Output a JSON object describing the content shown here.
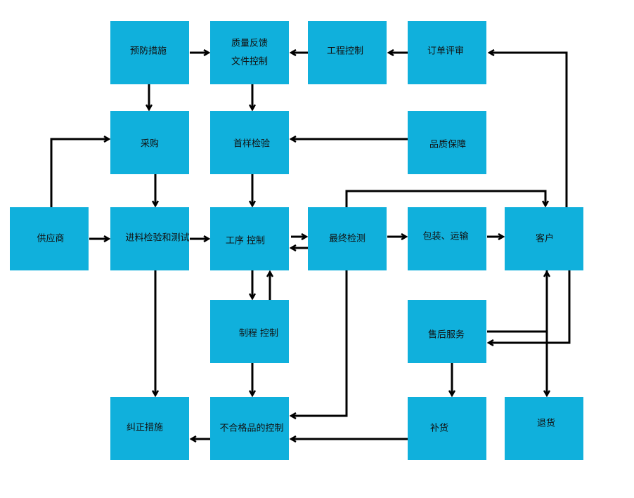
{
  "diagram": {
    "nodes": [
      {
        "id": "prevent",
        "label": "预防措施"
      },
      {
        "id": "quality_feedback",
        "label": "质量反馈\n文件控制"
      },
      {
        "id": "engineering",
        "label": "工程控制"
      },
      {
        "id": "order_review",
        "label": "订单评审"
      },
      {
        "id": "purchase",
        "label": "采购"
      },
      {
        "id": "first_sample",
        "label": "首样检验"
      },
      {
        "id": "qa",
        "label": "品质保障"
      },
      {
        "id": "supplier",
        "label": "供应商"
      },
      {
        "id": "incoming",
        "label": "进料检验和测试"
      },
      {
        "id": "process",
        "label": "工序  控制"
      },
      {
        "id": "final",
        "label": "最终检测"
      },
      {
        "id": "packing",
        "label": "包装、运输"
      },
      {
        "id": "customer",
        "label": "客户"
      },
      {
        "id": "mfg_process",
        "label": "制程  控制"
      },
      {
        "id": "after_sales",
        "label": "售后服务"
      },
      {
        "id": "corrective",
        "label": "纠正措施"
      },
      {
        "id": "nonconforming",
        "label": "不合格品的控制"
      },
      {
        "id": "replenish",
        "label": "补货"
      },
      {
        "id": "return",
        "label": "退货"
      }
    ],
    "edges": [
      {
        "from": "prevent",
        "to": "quality_feedback"
      },
      {
        "from": "engineering",
        "to": "quality_feedback"
      },
      {
        "from": "order_review",
        "to": "engineering"
      },
      {
        "from": "customer",
        "to": "order_review"
      },
      {
        "from": "prevent",
        "to": "purchase"
      },
      {
        "from": "quality_feedback",
        "to": "first_sample"
      },
      {
        "from": "qa",
        "to": "first_sample"
      },
      {
        "from": "supplier",
        "to": "purchase"
      },
      {
        "from": "supplier",
        "to": "incoming"
      },
      {
        "from": "purchase",
        "to": "incoming"
      },
      {
        "from": "first_sample",
        "to": "process"
      },
      {
        "from": "incoming",
        "to": "process"
      },
      {
        "from": "process",
        "to": "final"
      },
      {
        "from": "final",
        "to": "process"
      },
      {
        "from": "final",
        "to": "packing"
      },
      {
        "from": "final",
        "to": "customer"
      },
      {
        "from": "packing",
        "to": "customer"
      },
      {
        "from": "process",
        "to": "mfg_process"
      },
      {
        "from": "mfg_process",
        "to": "process"
      },
      {
        "from": "incoming",
        "to": "corrective"
      },
      {
        "from": "mfg_process",
        "to": "nonconforming"
      },
      {
        "from": "final",
        "to": "nonconforming"
      },
      {
        "from": "nonconforming",
        "to": "corrective"
      },
      {
        "from": "replenish",
        "to": "nonconforming"
      },
      {
        "from": "after_sales",
        "to": "customer"
      },
      {
        "from": "customer",
        "to": "after_sales"
      },
      {
        "from": "after_sales",
        "to": "replenish"
      },
      {
        "from": "customer",
        "to": "return"
      }
    ]
  }
}
